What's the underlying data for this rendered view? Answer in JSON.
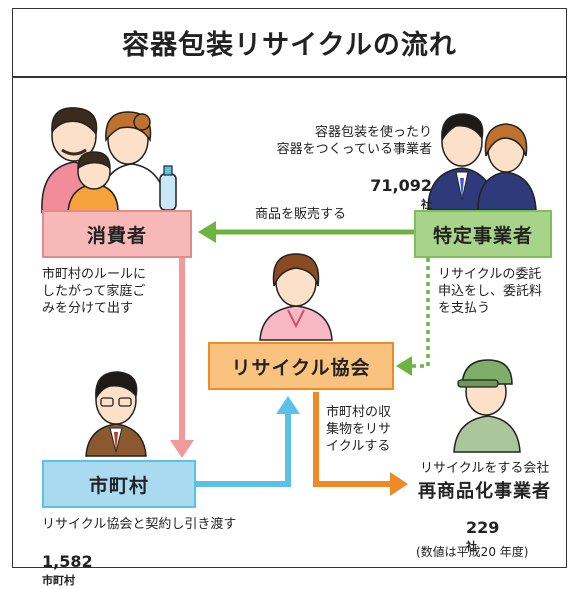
{
  "title": "容器包装リサイクルの流れ",
  "nodes": {
    "consumer": "消費者",
    "business": "特定事業者",
    "association": "リサイクル協会",
    "municipality": "市町村",
    "recycler": "再商品化事業者"
  },
  "texts": {
    "business_desc": "容器包装を使ったり\n容器をつくっている事業者",
    "business_count": "71,092",
    "business_unit": "社",
    "sell_label": "商品を販売する",
    "consumer_desc": "市町村のルールに\nしたがって家庭ご\nみを分けて出す",
    "consign_desc": "リサイクルの委託\n申込をし、委託料\nを支払う",
    "collect_desc": "市町村の収\n集物をリサ\nイクルする",
    "recycler_desc": "リサイクルをする会社",
    "recycler_count": "229",
    "recycler_unit": "社",
    "municipality_desc": "リサイクル協会と契約し引き渡す",
    "municipality_count": "1,582",
    "municipality_unit": "市町村",
    "note": "(数値は平成20 年度)"
  },
  "colors": {
    "consumer": "#f7b8b8",
    "business": "#a8d48a",
    "association": "#f9c27e",
    "municipality": "#a9daf0",
    "arrow_green": "#6db33f",
    "arrow_pink": "#f29a9a",
    "arrow_blue": "#5bc2e7",
    "arrow_orange": "#f08a24"
  }
}
